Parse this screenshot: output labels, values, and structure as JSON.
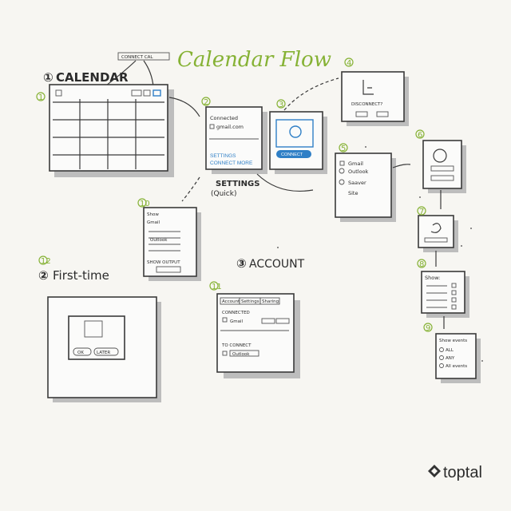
{
  "title": "Calendar Flow",
  "sections": {
    "calendar": "CALENDAR",
    "settings": "SETTINGS",
    "settings_sub": "(Quick)",
    "first_time": "First-time",
    "account": "ACCOUNT"
  },
  "section_numbers": {
    "calendar": "①",
    "first_time": "②",
    "account": "③"
  },
  "step_numbers": [
    "1",
    "2",
    "3",
    "4",
    "5",
    "6",
    "7",
    "8",
    "9",
    "10",
    "11",
    "12"
  ],
  "calendar_header_note": "CONNECT CAL",
  "connected_panel": {
    "title": "Connected",
    "account": "gmail.com",
    "link1": "SETTINGS",
    "link2": "CONNECT MORE"
  },
  "connect_panel": {
    "button": "CONNECT"
  },
  "disconnect_panel": {
    "text": "DISCONNECT?"
  },
  "source_list": [
    "Gmail",
    "Outlook",
    "Saaver",
    "Site"
  ],
  "show_panel": {
    "title": "Show",
    "rows": [
      "Gmail",
      "Outlook"
    ],
    "footer": "SHOW OUTPUT"
  },
  "show_list_panel": {
    "title": "Show:"
  },
  "show_events_panel": {
    "title": "Show events",
    "options": [
      "ALL",
      "ANY",
      "All events"
    ]
  },
  "account_panel": {
    "tabs": [
      "Account",
      "Settings",
      "Sharing"
    ],
    "connected_label": "CONNECTED",
    "gmail": "Gmail",
    "to_connect": "TO CONNECT",
    "outlook": "Outlook"
  },
  "first_time_panel": {
    "buttons": [
      "OK",
      "LATER"
    ]
  },
  "brand": "toptal"
}
